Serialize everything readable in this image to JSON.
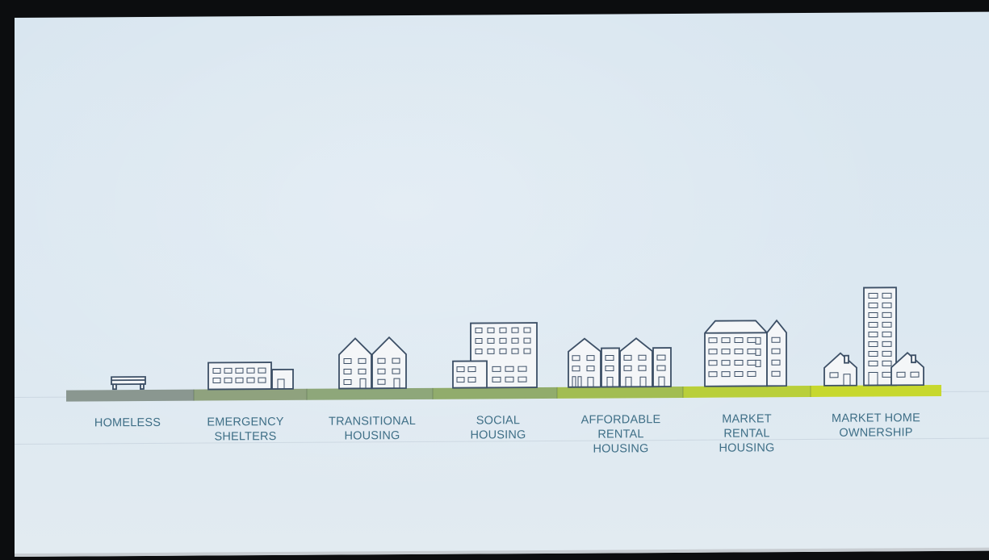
{
  "slide": {
    "title": ""
  },
  "spectrum": {
    "stages": [
      {
        "label": "HOMELESS",
        "bar_color": "#8a9790"
      },
      {
        "label": "EMERGENCY\nSHELTERS",
        "bar_color": "#8fa27e"
      },
      {
        "label": "TRANSITIONAL\nHOUSING",
        "bar_color": "#8ea77a"
      },
      {
        "label": "SOCIAL\nHOUSING",
        "bar_color": "#91ac6c"
      },
      {
        "label": "AFFORDABLE\nRENTAL\nHOUSING",
        "bar_color": "#a2bd52"
      },
      {
        "label": "MARKET\nRENTAL\nHOUSING",
        "bar_color": "#b9cf3a"
      },
      {
        "label": "MARKET HOME\nOWNERSHIP",
        "bar_color": "#c7d82e"
      }
    ],
    "colors": {
      "building_stroke": "#3c4f66",
      "building_fill": "#f4f6f8",
      "label": "#3f6f87"
    }
  }
}
